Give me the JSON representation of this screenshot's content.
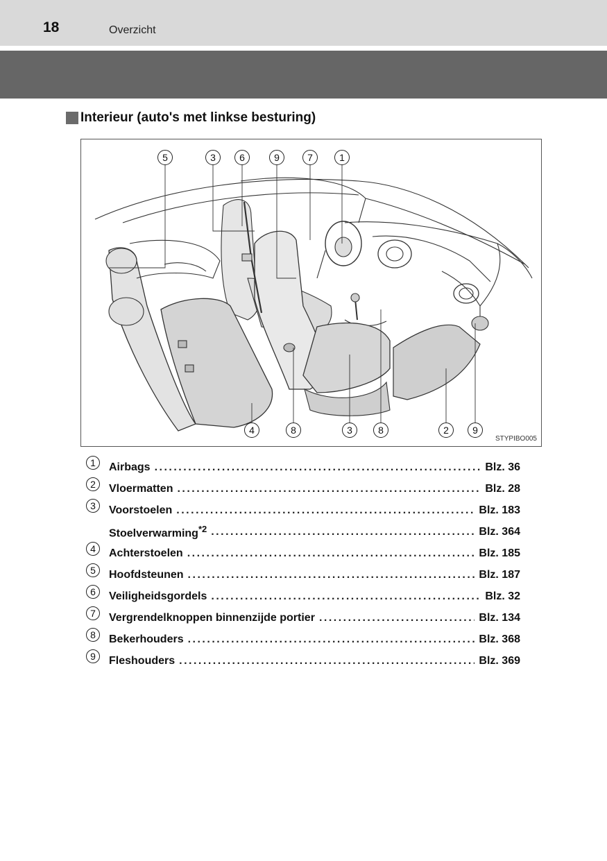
{
  "header": {
    "page_number": "18",
    "chapter": "Overzicht"
  },
  "section": {
    "title": "Interieur (auto's met linkse besturing)"
  },
  "figure": {
    "code": "STYPIBO005",
    "top_callouts": [
      "5",
      "3",
      "6",
      "9",
      "7",
      "1"
    ],
    "bottom_callouts": [
      "4",
      "8",
      "3",
      "8",
      "2",
      "9"
    ]
  },
  "toc": [
    {
      "num": "1",
      "label": "Airbags",
      "sup": "",
      "page": "Blz. 36"
    },
    {
      "num": "2",
      "label": "Vloermatten",
      "sup": "",
      "page": "Blz. 28"
    },
    {
      "num": "3",
      "label": "Voorstoelen",
      "sup": "",
      "page": "Blz. 183"
    },
    {
      "num": "",
      "label": "Stoelverwarming",
      "sup": "*2",
      "page": "Blz. 364"
    },
    {
      "num": "4",
      "label": "Achterstoelen",
      "sup": "",
      "page": "Blz. 185"
    },
    {
      "num": "5",
      "label": "Hoofdsteunen",
      "sup": "",
      "page": "Blz. 187"
    },
    {
      "num": "6",
      "label": "Veiligheidsgordels",
      "sup": "",
      "page": "Blz. 32"
    },
    {
      "num": "7",
      "label": "Vergrendelknoppen binnenzijde portier",
      "sup": "",
      "page": "Blz. 134"
    },
    {
      "num": "8",
      "label": "Bekerhouders",
      "sup": "",
      "page": "Blz. 368"
    },
    {
      "num": "9",
      "label": "Fleshouders",
      "sup": "",
      "page": "Blz. 369"
    }
  ]
}
